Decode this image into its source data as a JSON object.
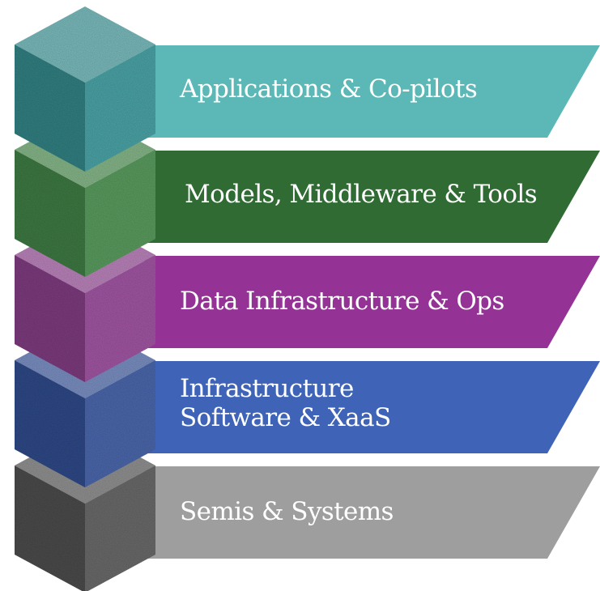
{
  "layers": [
    {
      "label": "Applications & Co-pilots",
      "color": "#5bb8b6",
      "cube_color": "#3f9da0",
      "icon": "cube-icon"
    },
    {
      "label": "Models, Middleware & Tools",
      "color": "#2f6b33",
      "cube_color": "#4e9553",
      "icon": "cube-icon"
    },
    {
      "label": "Data Infrastructure & Ops",
      "color": "#943395",
      "cube_color": "#9b4a9c",
      "icon": "cube-icon"
    },
    {
      "label_lines": [
        "Infrastructure",
        "Software & XaaS"
      ],
      "color": "#3f63b6",
      "cube_color": "#3d5ca6",
      "icon": "cube-icon"
    },
    {
      "label": "Semis & Systems",
      "color": "#9e9e9e",
      "cube_color": "#5f5f5f",
      "icon": "cube-icon"
    }
  ]
}
